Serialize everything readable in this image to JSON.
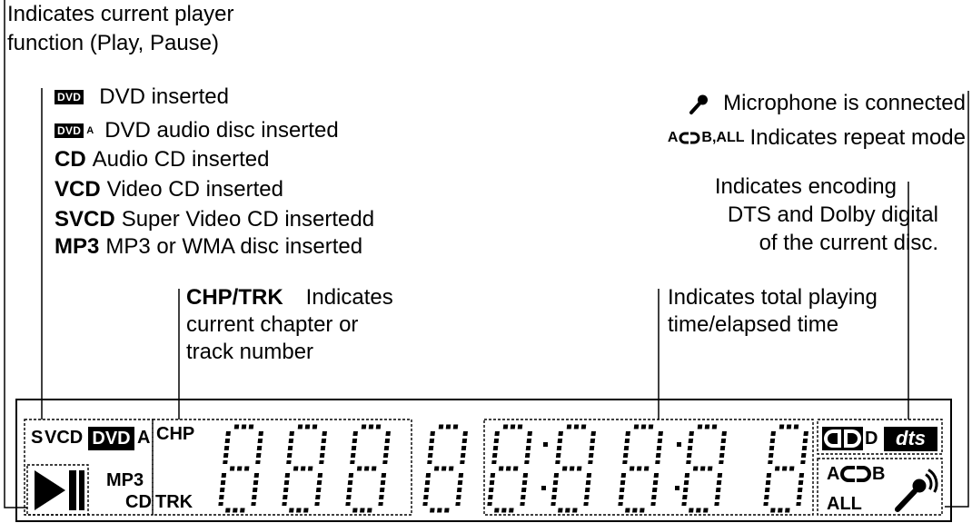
{
  "annotations": {
    "player_function": {
      "lines": [
        "Indicates current player",
        "function (Play, Pause)"
      ]
    },
    "disc_types": [
      {
        "badge": "DVD",
        "text": "DVD inserted"
      },
      {
        "badge": "DVD",
        "suffix": "A",
        "text": "DVD audio disc inserted"
      },
      {
        "bold": "CD",
        "text": "Audio CD inserted"
      },
      {
        "bold": "VCD",
        "text": "Video CD inserted"
      },
      {
        "bold": "SVCD",
        "text": "Super Video CD insertedd"
      },
      {
        "bold": "MP3",
        "text": "MP3 or WMA disc inserted"
      }
    ],
    "microphone": {
      "icon": "microphone-icon",
      "text": "Microphone is connected"
    },
    "repeat": {
      "badge_a": "A",
      "badge_b": "B,ALL",
      "icon": "repeat-loop-icon",
      "text": "Indicates repeat mode"
    },
    "encoding": {
      "lines": [
        "Indicates encoding",
        "DTS and Dolby digital",
        "of the current disc."
      ]
    },
    "chapter_track": {
      "label": "CHP/TRK",
      "lines": [
        "Indicates",
        "current chapter or",
        "track number"
      ]
    },
    "total_time": {
      "lines": [
        "Indicates total playing",
        "time/elapsed time"
      ]
    }
  },
  "panel": {
    "disc_indicators": {
      "s": "S",
      "vcd": "VCD",
      "dvd": "DVD",
      "a": "A",
      "mp3": "MP3",
      "cd": "CD"
    },
    "chp": "CHP",
    "trk": "TRK",
    "play_pause_icon": "play-pause-icon",
    "dolby": {
      "icon": "dolby-double-d-icon",
      "d": "D"
    },
    "dts": "dts",
    "repeat": {
      "a": "A",
      "b": "B",
      "all": "ALL",
      "icon": "repeat-loop-icon"
    },
    "microphone_icon": "microphone-icon"
  },
  "colors": {
    "ink": "#000000",
    "background": "#ffffff"
  }
}
